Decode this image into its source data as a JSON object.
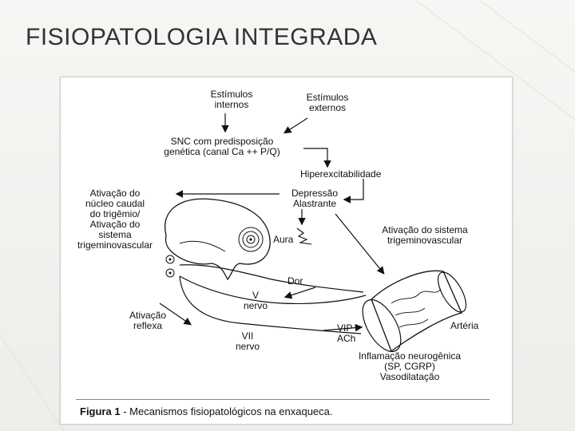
{
  "slide": {
    "title": "FISIOPATOLOGIA INTEGRADA"
  },
  "figure": {
    "labels": {
      "internal_stimuli": "Estímulos\ninternos",
      "external_stimuli": "Estímulos\nexternos",
      "cns_predisposition": "SNC com predisposição\ngenética (canal Ca ++ P/Q)",
      "hyperexcitability": "Hiperexcitabilidade",
      "spreading_depression": "Depressão\nAlastrante",
      "caudal_nucleus_activation": "Ativação do\nnúcleo caudal\ndo trigêmio/\nAtivação do\nsistema\ntrigeminovascular",
      "aura": "Aura",
      "trigeminovascular_activation": "Ativação do sistema\ntrigeminovascular",
      "pain": "Dor",
      "nerve_v": "V\nnervo",
      "reflex_activation": "Ativação\nreflexa",
      "nerve_vii": "VII\nnervo",
      "vip_ach": "VIP\nACh",
      "artery": "Artéria",
      "neurogenic_inflammation": "Inflamação neurogênica\n(SP, CGRP)\nVasodilatação"
    },
    "caption": {
      "prefix": "Figura 1",
      "text": " - Mecanismos fisiopatológicos na enxaqueca."
    }
  }
}
